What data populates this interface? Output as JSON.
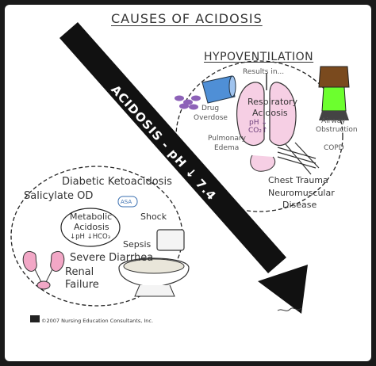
{
  "title": "CAUSES OF ACIDOSIS",
  "arrow_label": "ACIDOSIS - pH ↓ 7.4",
  "respiratory": {
    "heading": "HYPOVENTILATION",
    "results_in": "Results in...",
    "center_line1": "Respiratory",
    "center_line2": "Acidosis",
    "center_line3": "pH ↓",
    "center_line4": "CO₂↑",
    "causes": {
      "drug_line1": "Drug",
      "drug_line2": "Overdose",
      "pulm_line1": "Pulmonary",
      "pulm_line2": "Edema",
      "airway_line1": "Airway",
      "airway_line2": "Obstruction",
      "copd": "COPD",
      "chest_trauma": "Chest Trauma",
      "neuro_line1": "Neuromuscular",
      "neuro_line2": "Disease"
    }
  },
  "metabolic": {
    "center_line1": "Metabolic",
    "center_line2": "Acidosis",
    "center_line3": "↓pH  ↓HCO₃",
    "causes": {
      "dka": "Diabetic Ketoacidosis",
      "salicylate": "Salicylate OD",
      "asa": "ASA",
      "shock": "Shock",
      "sepsis": "Sepsis",
      "diarrhea": "Severe Diarrhea",
      "renal_line1": "Renal",
      "renal_line2": "Failure"
    }
  },
  "credit": "©2007 Nursing Education Consultants, Inc.",
  "colors": {
    "arrow": "#111111",
    "lung": "#f6cfe4",
    "cup": "#4f8fd6",
    "pills": "#8d62b8",
    "airway_green": "#6cff2e",
    "bag": "#7a4a1e",
    "kidney": "#f2a7c6"
  }
}
